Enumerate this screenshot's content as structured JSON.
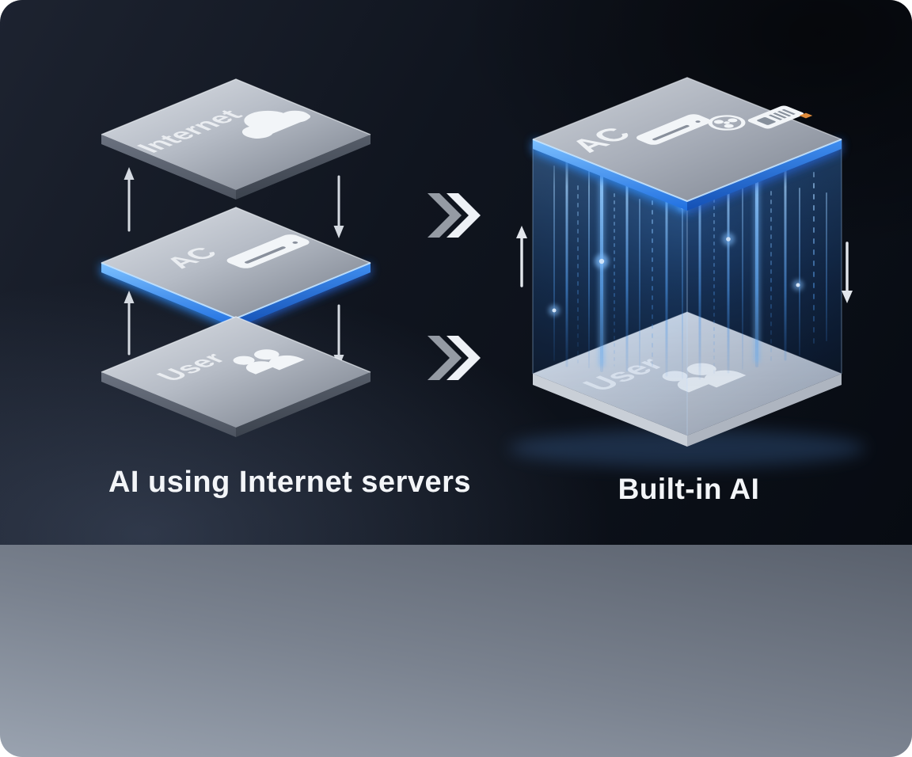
{
  "page": {
    "type": "feature-comparison-graphic"
  },
  "left_diagram": {
    "caption": "AI using Internet servers",
    "layers": [
      {
        "label": "Internet",
        "icon": "cloud-icon",
        "highlighted": false
      },
      {
        "label": "AC",
        "icon": "ac-unit-icon",
        "highlighted": true
      },
      {
        "label": "User",
        "icon": "users-icon",
        "highlighted": false
      }
    ],
    "flow_arrows": [
      "up",
      "down",
      "up",
      "down"
    ]
  },
  "transform_indicator": {
    "icon": "double-chevron-right-icon",
    "count": 2
  },
  "right_diagram": {
    "caption": "Built-in AI",
    "cube_top_label": "AC",
    "cube_top_icons": [
      "ac-unit-icon",
      "fan-icon",
      "smart-module-icon",
      "led-dot"
    ],
    "cube_bottom_label": "User",
    "cube_bottom_icon": "users-icon",
    "flow_arrows": [
      "up",
      "down"
    ]
  },
  "colors": {
    "accent_blue": "#2f8fff",
    "edge_glow": "#7cc0ff",
    "plate_silver_light": "#dde1e7",
    "plate_silver_dark": "#747b87",
    "caption_text": "#f3f5f8",
    "dark_bg": "#0a0e15",
    "light_bg_top": "#59606c",
    "light_bg_bottom": "#9aa3b0"
  }
}
